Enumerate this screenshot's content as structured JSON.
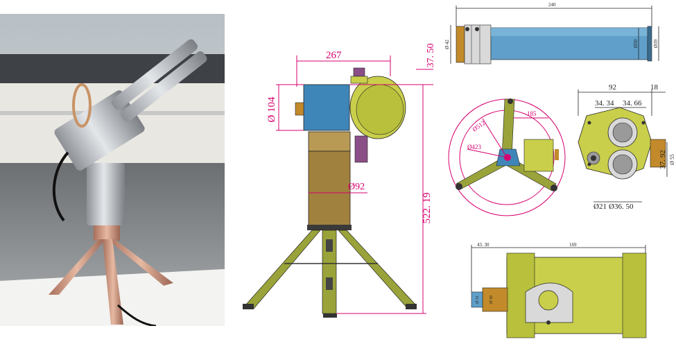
{
  "colors": {
    "dimension_magenta": "#d6006e",
    "dimension_black": "#222222",
    "housing_olive": "#c9cf4a",
    "housing_olive_dark": "#7d8a2e",
    "sensor_blue": "#3f86b8",
    "column_bronze": "#a0813e",
    "tube_blue": "#5f9fc9",
    "knob_purple": "#8a4f86",
    "photo_sky": "#c3c9cd",
    "photo_copper": "#c99277"
  },
  "front_view": {
    "dim_width": "267",
    "dim_top_offset": "37. 50",
    "dim_diameter_head": "Ø 104",
    "dim_diameter_column": "Ø92",
    "dim_total_height": "522. 19"
  },
  "top_tube": {
    "dim_length": "240",
    "dim_flange_dia": "Ø 42",
    "dim_tube_dia_1": "Ø30",
    "dim_tube_dia_2": "Ø39"
  },
  "tripod_top": {
    "dim_outer_circle": "Ø512",
    "dim_inner_circle": "Ø423",
    "dim_radius": "185"
  },
  "end_view": {
    "dim_width": "92",
    "dim_side": "18",
    "dim_offset_left": "34. 34",
    "dim_offset_right": "34. 66",
    "dim_height": "37. 92",
    "dim_height_2": "Ø 55",
    "dim_bore_small": "Ø21",
    "dim_bore_large": "Ø36. 50"
  },
  "side_view": {
    "dim_stub": "43. 30",
    "dim_body": "169",
    "dim_stub_dia_1": "Ø 31",
    "dim_stub_dia_2": "Ø 30"
  }
}
